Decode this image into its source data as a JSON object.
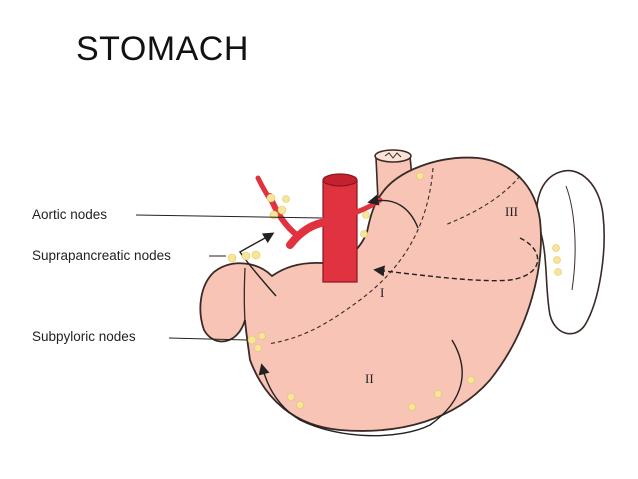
{
  "title": "STOMACH",
  "labels": {
    "aortic": "Aortic nodes",
    "suprapancreatic": "Suprapancreatic nodes",
    "subpyloric": "Subpyloric nodes"
  },
  "regions": {
    "one": "I",
    "two": "II",
    "three": "III"
  },
  "colors": {
    "stomach": "#f7c4b5",
    "aorta": "#e0323f",
    "nodes": "#f6e59a",
    "outline": "#3a2a26"
  }
}
